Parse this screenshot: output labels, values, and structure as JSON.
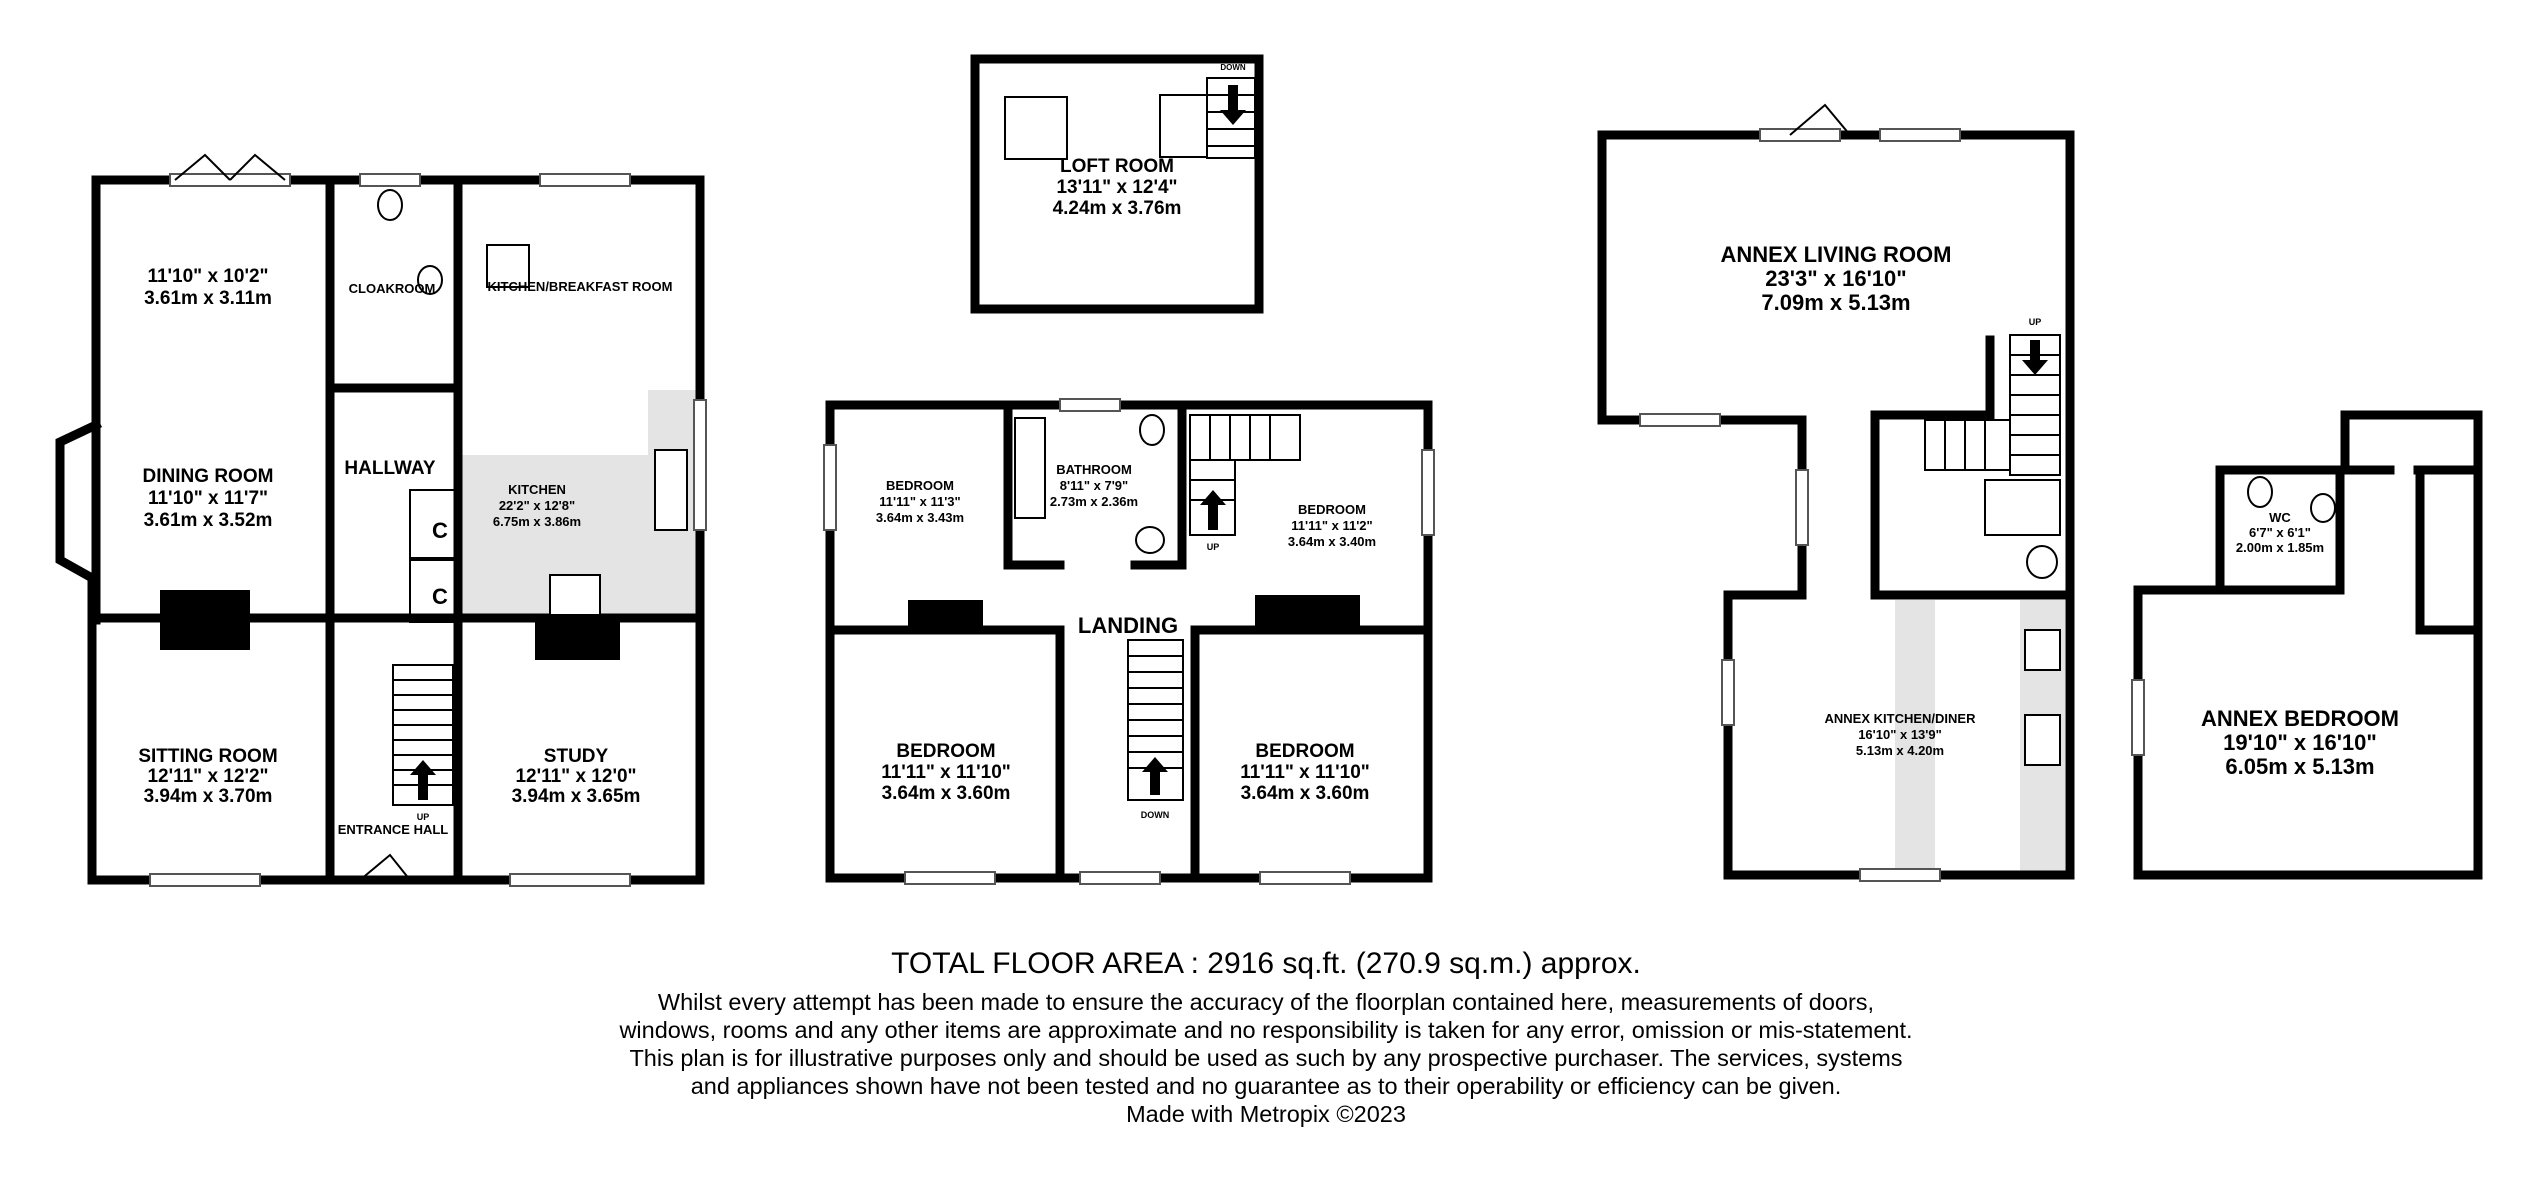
{
  "rooms": {
    "loft": {
      "name": "LOFT ROOM",
      "imperial": "13'11\"  x 12'4\"",
      "metric": "4.24m  x 3.76m"
    },
    "down_loft": "DOWN",
    "dining_top": {
      "imperial": "11'10\"  x 10'2\"",
      "metric": "3.61m  x 3.11m"
    },
    "cloakroom": {
      "name": "CLOAKROOM"
    },
    "kitchen_breakfast": {
      "name": "KITCHEN/BREAKFAST ROOM"
    },
    "dining": {
      "name": "DINING ROOM",
      "imperial": "11'10\"  x 11'7\"",
      "metric": "3.61m  x 3.52m"
    },
    "hallway": {
      "name": "HALLWAY"
    },
    "kitchen": {
      "name": "KITCHEN",
      "imperial": "22'2\"  x 12'8\"",
      "metric": "6.75m  x 3.86m"
    },
    "cupboard_1": "C",
    "cupboard_2": "C",
    "sitting": {
      "name": "SITTING ROOM",
      "imperial": "12'11\"  x 12'2\"",
      "metric": "3.94m  x 3.70m"
    },
    "study": {
      "name": "STUDY",
      "imperial": "12'11\"  x 12'0\"",
      "metric": "3.94m  x 3.65m"
    },
    "up_ground": "UP",
    "entrance": {
      "name": "ENTRANCE HALL"
    },
    "bed_tl": {
      "name": "BEDROOM",
      "imperial": "11'11\"  x 11'3\"",
      "metric": "3.64m  x 3.43m"
    },
    "bathroom": {
      "name": "BATHROOM",
      "imperial": "8'11\"  x 7'9\"",
      "metric": "2.73m  x 2.36m"
    },
    "bed_tr": {
      "name": "BEDROOM",
      "imperial": "11'11\"  x 11'2\"",
      "metric": "3.64m  x 3.40m"
    },
    "up_first": "UP",
    "landing": {
      "name": "LANDING"
    },
    "bed_bl": {
      "name": "BEDROOM",
      "imperial": "11'11\"  x 11'10\"",
      "metric": "3.64m  x 3.60m"
    },
    "bed_br": {
      "name": "BEDROOM",
      "imperial": "11'11\"  x 11'10\"",
      "metric": "3.64m  x 3.60m"
    },
    "down_first": "DOWN",
    "annex_living": {
      "name": "ANNEX LIVING ROOM",
      "imperial": "23'3\"  x 16'10\"",
      "metric": "7.09m  x 5.13m"
    },
    "up_annex": "UP",
    "annex_kitchen": {
      "name": "ANNEX KITCHEN/DINER",
      "imperial": "16'10\"  x 13'9\"",
      "metric": "5.13m  x 4.20m"
    },
    "wc": {
      "name": "WC",
      "imperial": "6'7\"  x 6'1\"",
      "metric": "2.00m  x 1.85m"
    },
    "annex_bedroom": {
      "name": "ANNEX BEDROOM",
      "imperial": "19'10\"  x 16'10\"",
      "metric": "6.05m  x 5.13m"
    }
  },
  "footer": {
    "total": "TOTAL FLOOR AREA : 2916 sq.ft. (270.9 sq.m.) approx.",
    "disclaimer": "Whilst every attempt has been made to ensure the accuracy of the floorplan contained here, measurements of doors, windows, rooms and any other items are approximate and no responsibility is taken for any error, omission or mis-statement. This plan is for illustrative purposes only and should be used as such by any prospective purchaser. The services, systems and appliances shown have not been tested and no guarantee as to their operability or efficiency can be given.",
    "credit": "Made with Metropix ©2023"
  }
}
